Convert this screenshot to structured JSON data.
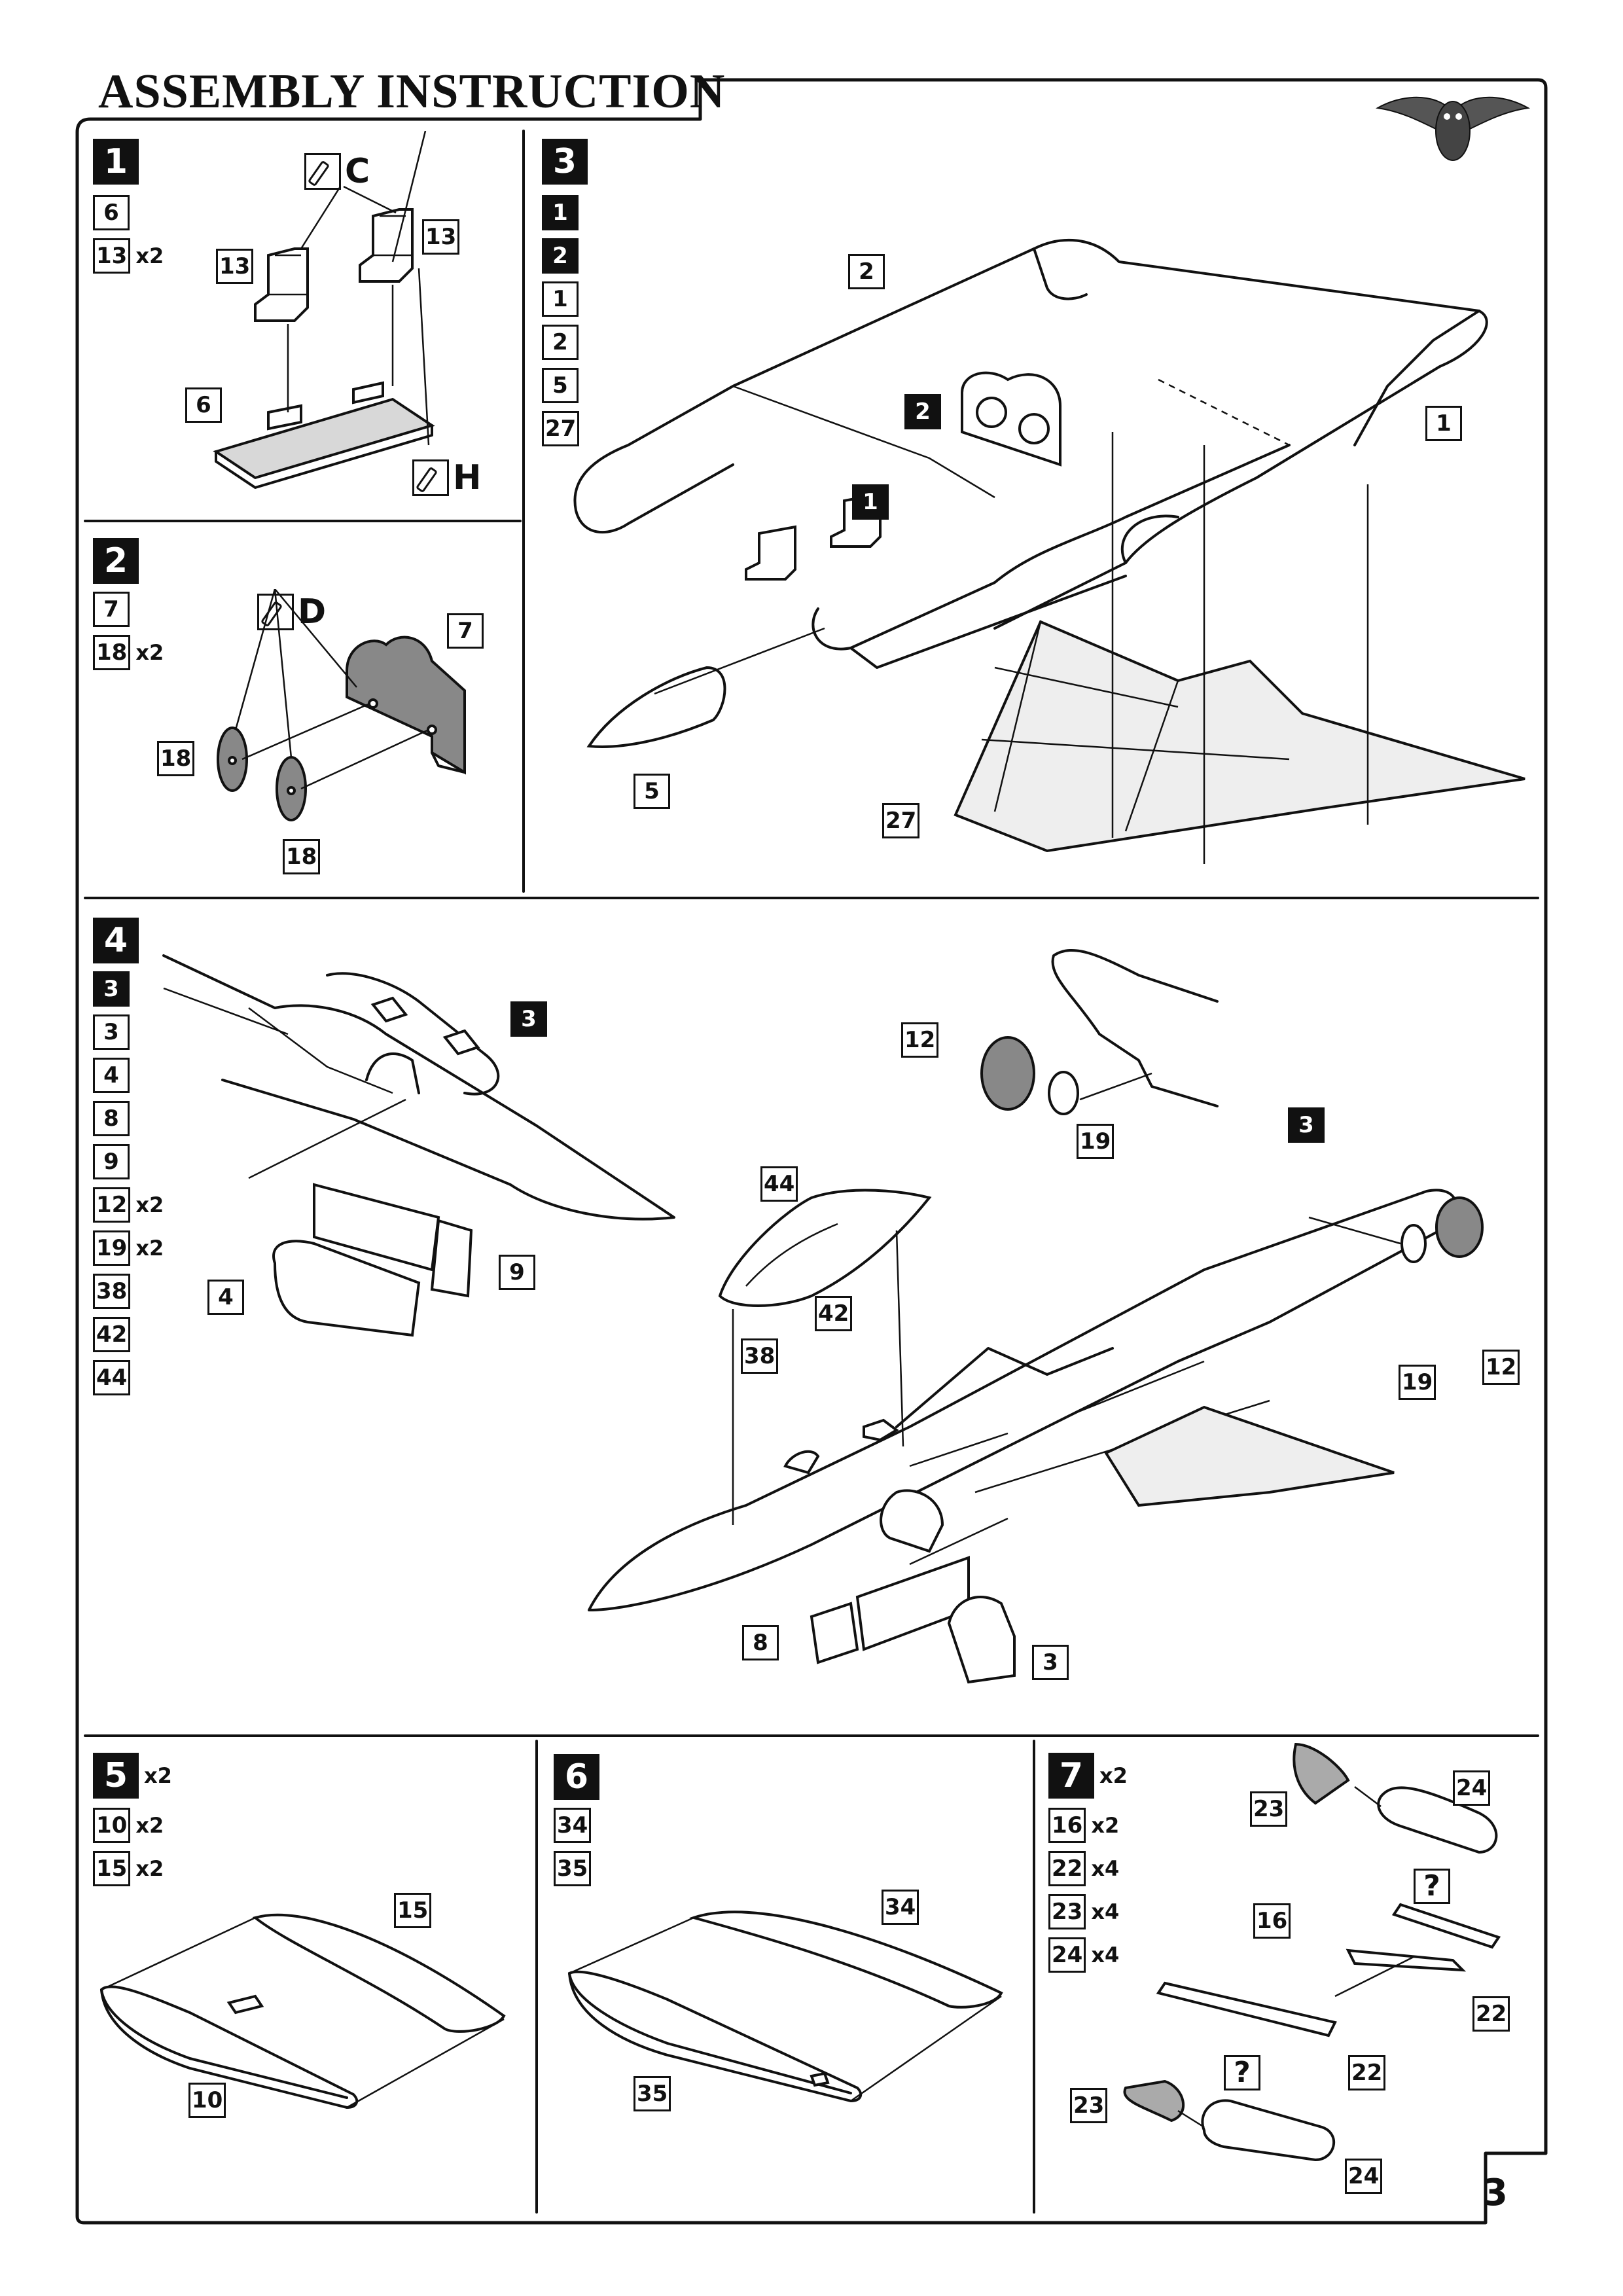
{
  "title": "ASSEMBLY INSTRUCTION",
  "page_number": "3",
  "steps": [
    {
      "number": "1",
      "parts": [
        {
          "part": "6",
          "qty": ""
        },
        {
          "part": "13",
          "qty": "x2"
        }
      ],
      "labels": [
        "13",
        "13",
        "6"
      ],
      "paints": [
        "C",
        "H"
      ]
    },
    {
      "number": "2",
      "parts": [
        {
          "part": "7",
          "qty": ""
        },
        {
          "part": "18",
          "qty": "x2"
        }
      ],
      "labels": [
        "7",
        "18",
        "18"
      ],
      "paints": [
        "D"
      ]
    },
    {
      "number": "3",
      "subassemblies": [
        "1",
        "2"
      ],
      "parts": [
        {
          "part": "1",
          "qty": ""
        },
        {
          "part": "2",
          "qty": ""
        },
        {
          "part": "5",
          "qty": ""
        },
        {
          "part": "27",
          "qty": ""
        }
      ],
      "labels": [
        "2",
        "2",
        "1",
        "1",
        "5",
        "27"
      ]
    },
    {
      "number": "4",
      "subassemblies": [
        "3"
      ],
      "parts": [
        {
          "part": "3",
          "qty": ""
        },
        {
          "part": "4",
          "qty": ""
        },
        {
          "part": "8",
          "qty": ""
        },
        {
          "part": "9",
          "qty": ""
        },
        {
          "part": "12",
          "qty": "x2"
        },
        {
          "part": "19",
          "qty": "x2"
        },
        {
          "part": "38",
          "qty": ""
        },
        {
          "part": "42",
          "qty": ""
        },
        {
          "part": "44",
          "qty": ""
        }
      ],
      "labels": [
        "3",
        "12",
        "19",
        "3",
        "44",
        "9",
        "4",
        "42",
        "38",
        "19",
        "12",
        "8",
        "3"
      ]
    },
    {
      "number": "5",
      "qty": "x2",
      "parts": [
        {
          "part": "10",
          "qty": "x2"
        },
        {
          "part": "15",
          "qty": "x2"
        }
      ],
      "labels": [
        "15",
        "10"
      ]
    },
    {
      "number": "6",
      "parts": [
        {
          "part": "34",
          "qty": ""
        },
        {
          "part": "35",
          "qty": ""
        }
      ],
      "labels": [
        "34",
        "35"
      ]
    },
    {
      "number": "7",
      "qty": "x2",
      "parts": [
        {
          "part": "16",
          "qty": "x2"
        },
        {
          "part": "22",
          "qty": "x4"
        },
        {
          "part": "23",
          "qty": "x4"
        },
        {
          "part": "24",
          "qty": "x4"
        }
      ],
      "labels": [
        "23",
        "24",
        "16",
        "22",
        "22",
        "23",
        "24"
      ],
      "unknown_marks": [
        "?",
        "?"
      ]
    }
  ],
  "icons": {
    "logo": "owl-logo-icon",
    "paint": "brush-icon",
    "unknown": "question-icon"
  }
}
